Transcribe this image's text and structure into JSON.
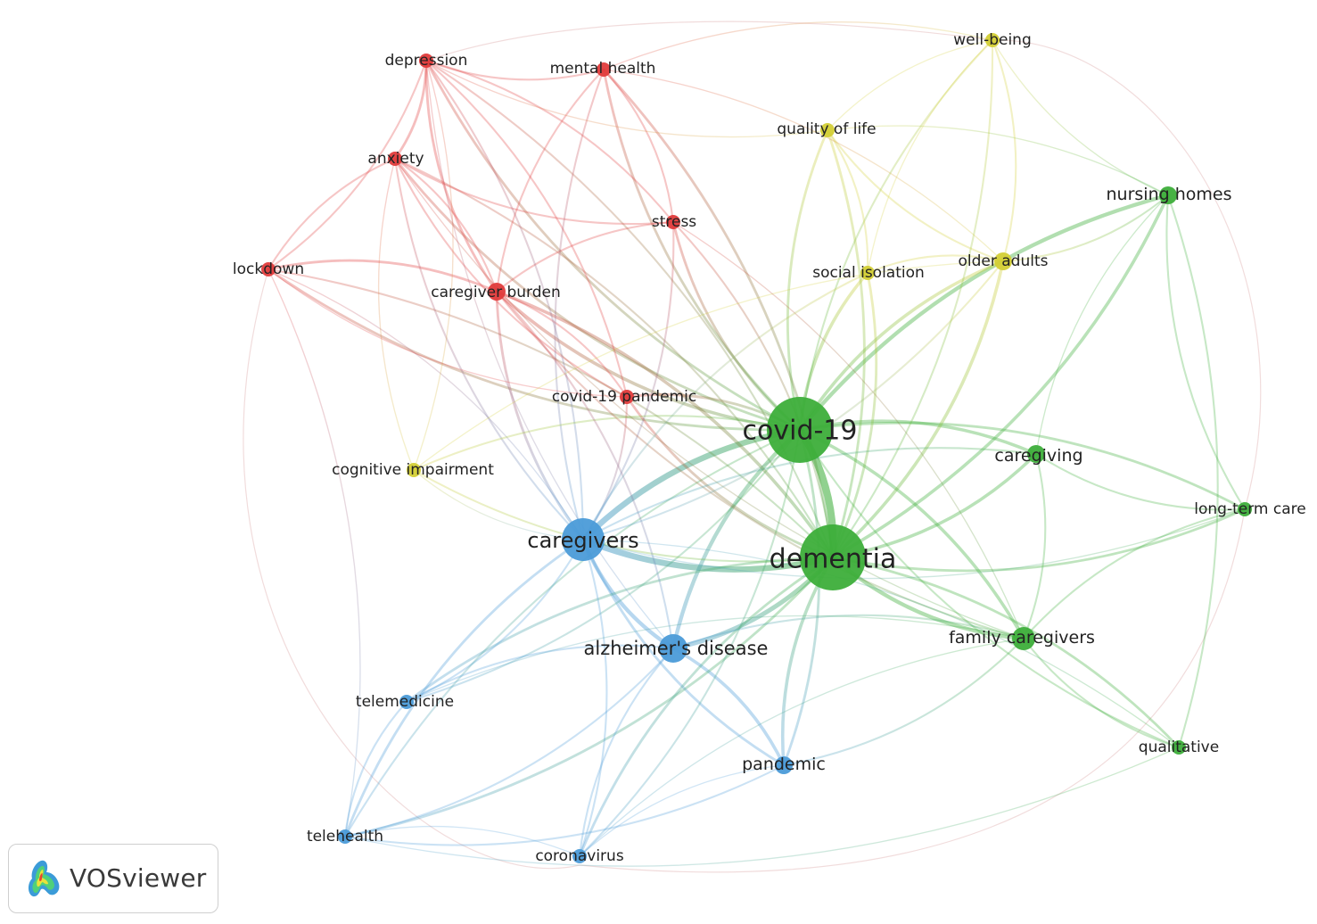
{
  "app": {
    "logo_text": "VOSviewer"
  },
  "clusters": {
    "red": "#e03b3b",
    "green": "#3dae3a",
    "blue": "#4b9bd8",
    "yellow": "#d3cf35"
  },
  "nodes": [
    {
      "id": "covid19",
      "label": "covid-19",
      "cluster": "green",
      "weight": 10
    },
    {
      "id": "dementia",
      "label": "dementia",
      "cluster": "green",
      "weight": 10
    },
    {
      "id": "caregivers",
      "label": "caregivers",
      "cluster": "blue",
      "weight": 7
    },
    {
      "id": "alzheimers",
      "label": "alzheimer's disease",
      "cluster": "blue",
      "weight": 5
    },
    {
      "id": "pandemic",
      "label": "pandemic",
      "cluster": "blue",
      "weight": 3
    },
    {
      "id": "telemedicine",
      "label": "telemedicine",
      "cluster": "blue",
      "weight": 2
    },
    {
      "id": "telehealth",
      "label": "telehealth",
      "cluster": "blue",
      "weight": 2
    },
    {
      "id": "coronavirus",
      "label": "coronavirus",
      "cluster": "blue",
      "weight": 2
    },
    {
      "id": "nursinghomes",
      "label": "nursing homes",
      "cluster": "green",
      "weight": 3
    },
    {
      "id": "caregiving",
      "label": "caregiving",
      "cluster": "green",
      "weight": 3
    },
    {
      "id": "longtermcare",
      "label": "long-term care",
      "cluster": "green",
      "weight": 2
    },
    {
      "id": "familycaregivers",
      "label": "family caregivers",
      "cluster": "green",
      "weight": 4
    },
    {
      "id": "qualitative",
      "label": "qualitative",
      "cluster": "green",
      "weight": 2
    },
    {
      "id": "wellbeing",
      "label": "well-being",
      "cluster": "yellow",
      "weight": 2
    },
    {
      "id": "qualityoflife",
      "label": "quality of life",
      "cluster": "yellow",
      "weight": 2
    },
    {
      "id": "socialisolation",
      "label": "social isolation",
      "cluster": "yellow",
      "weight": 2
    },
    {
      "id": "olderadults",
      "label": "older adults",
      "cluster": "yellow",
      "weight": 3
    },
    {
      "id": "cognitive",
      "label": "cognitive impairment",
      "cluster": "yellow",
      "weight": 2
    },
    {
      "id": "depression",
      "label": "depression",
      "cluster": "red",
      "weight": 2
    },
    {
      "id": "mentalhealth",
      "label": "mental health",
      "cluster": "red",
      "weight": 2
    },
    {
      "id": "anxiety",
      "label": "anxiety",
      "cluster": "red",
      "weight": 2
    },
    {
      "id": "stress",
      "label": "stress",
      "cluster": "red",
      "weight": 2
    },
    {
      "id": "lockdown",
      "label": "lockdown",
      "cluster": "red",
      "weight": 2
    },
    {
      "id": "caregiverburden",
      "label": "caregiver burden",
      "cluster": "red",
      "weight": 3
    },
    {
      "id": "covidpandemic",
      "label": "covid-19 pandemic",
      "cluster": "red",
      "weight": 2
    }
  ],
  "links": [
    [
      "covid19",
      "dementia",
      10
    ],
    [
      "covid19",
      "caregivers",
      8
    ],
    [
      "dementia",
      "caregivers",
      8
    ],
    [
      "covid19",
      "alzheimers",
      5
    ],
    [
      "dementia",
      "alzheimers",
      6
    ],
    [
      "caregivers",
      "alzheimers",
      5
    ],
    [
      "covid19",
      "nursinghomes",
      5
    ],
    [
      "dementia",
      "nursinghomes",
      4
    ],
    [
      "covid19",
      "familycaregivers",
      4
    ],
    [
      "dementia",
      "familycaregivers",
      5
    ],
    [
      "covid19",
      "caregiving",
      4
    ],
    [
      "dementia",
      "caregiving",
      4
    ],
    [
      "covid19",
      "longtermcare",
      3
    ],
    [
      "dementia",
      "longtermcare",
      3
    ],
    [
      "covid19",
      "olderadults",
      4
    ],
    [
      "dementia",
      "olderadults",
      4
    ],
    [
      "covid19",
      "socialisolation",
      4
    ],
    [
      "dementia",
      "socialisolation",
      3
    ],
    [
      "covid19",
      "qualityoflife",
      3
    ],
    [
      "dementia",
      "qualityoflife",
      3
    ],
    [
      "covid19",
      "wellbeing",
      2
    ],
    [
      "dementia",
      "wellbeing",
      2
    ],
    [
      "covid19",
      "pandemic",
      3
    ],
    [
      "dementia",
      "pandemic",
      4
    ],
    [
      "alzheimers",
      "pandemic",
      4
    ],
    [
      "caregivers",
      "pandemic",
      3
    ],
    [
      "covid19",
      "telemedicine",
      2
    ],
    [
      "dementia",
      "telemedicine",
      3
    ],
    [
      "caregivers",
      "telemedicine",
      2
    ],
    [
      "covid19",
      "telehealth",
      2
    ],
    [
      "dementia",
      "telehealth",
      3
    ],
    [
      "caregivers",
      "telehealth",
      3
    ],
    [
      "covid19",
      "coronavirus",
      2
    ],
    [
      "dementia",
      "coronavirus",
      3
    ],
    [
      "caregivers",
      "coronavirus",
      2
    ],
    [
      "covid19",
      "qualitative",
      2
    ],
    [
      "dementia",
      "qualitative",
      3
    ],
    [
      "familycaregivers",
      "qualitative",
      2
    ],
    [
      "covid19",
      "depression",
      3
    ],
    [
      "dementia",
      "depression",
      2
    ],
    [
      "covid19",
      "mentalhealth",
      3
    ],
    [
      "dementia",
      "mentalhealth",
      3
    ],
    [
      "covid19",
      "anxiety",
      3
    ],
    [
      "dementia",
      "anxiety",
      2
    ],
    [
      "covid19",
      "stress",
      3
    ],
    [
      "dementia",
      "stress",
      2
    ],
    [
      "covid19",
      "lockdown",
      3
    ],
    [
      "dementia",
      "lockdown",
      2
    ],
    [
      "covid19",
      "caregiverburden",
      4
    ],
    [
      "dementia",
      "caregiverburden",
      4
    ],
    [
      "caregivers",
      "caregiverburden",
      3
    ],
    [
      "covid19",
      "covidpandemic",
      3
    ],
    [
      "dementia",
      "covidpandemic",
      3
    ],
    [
      "caregivers",
      "covidpandemic",
      2
    ],
    [
      "depression",
      "anxiety",
      3
    ],
    [
      "depression",
      "mentalhealth",
      2
    ],
    [
      "depression",
      "lockdown",
      2
    ],
    [
      "depression",
      "caregiverburden",
      3
    ],
    [
      "depression",
      "stress",
      2
    ],
    [
      "anxiety",
      "lockdown",
      2
    ],
    [
      "anxiety",
      "caregiverburden",
      2
    ],
    [
      "anxiety",
      "stress",
      2
    ],
    [
      "mentalhealth",
      "stress",
      2
    ],
    [
      "mentalhealth",
      "caregiverburden",
      2
    ],
    [
      "lockdown",
      "caregiverburden",
      3
    ],
    [
      "stress",
      "caregiverburden",
      2
    ],
    [
      "depression",
      "covidpandemic",
      2
    ],
    [
      "anxiety",
      "covidpandemic",
      2
    ],
    [
      "caregiverburden",
      "covidpandemic",
      2
    ],
    [
      "caregivers",
      "depression",
      2
    ],
    [
      "caregivers",
      "anxiety",
      2
    ],
    [
      "caregivers",
      "stress",
      2
    ],
    [
      "caregivers",
      "mentalhealth",
      2
    ],
    [
      "caregivers",
      "lockdown",
      1
    ],
    [
      "nursinghomes",
      "olderadults",
      2
    ],
    [
      "nursinghomes",
      "longtermcare",
      2
    ],
    [
      "nursinghomes",
      "qualitative",
      2
    ],
    [
      "nursinghomes",
      "caregiving",
      1
    ],
    [
      "nursinghomes",
      "wellbeing",
      1
    ],
    [
      "nursinghomes",
      "qualityoflife",
      1
    ],
    [
      "caregiving",
      "familycaregivers",
      2
    ],
    [
      "caregiving",
      "longtermcare",
      2
    ],
    [
      "familycaregivers",
      "longtermcare",
      2
    ],
    [
      "olderadults",
      "socialisolation",
      2
    ],
    [
      "olderadults",
      "qualityoflife",
      2
    ],
    [
      "olderadults",
      "wellbeing",
      2
    ],
    [
      "qualityoflife",
      "wellbeing",
      1
    ],
    [
      "socialisolation",
      "qualityoflife",
      2
    ],
    [
      "socialisolation",
      "wellbeing",
      1
    ],
    [
      "cognitive",
      "dementia",
      2
    ],
    [
      "cognitive",
      "covid19",
      2
    ],
    [
      "cognitive",
      "caregivers",
      1
    ],
    [
      "cognitive",
      "anxiety",
      1
    ],
    [
      "cognitive",
      "depression",
      1
    ],
    [
      "cognitive",
      "olderadults",
      1
    ],
    [
      "telemedicine",
      "telehealth",
      2
    ],
    [
      "telemedicine",
      "alzheimers",
      2
    ],
    [
      "telehealth",
      "alzheimers",
      2
    ],
    [
      "coronavirus",
      "alzheimers",
      2
    ],
    [
      "coronavirus",
      "telehealth",
      1
    ],
    [
      "pandemic",
      "telehealth",
      2
    ],
    [
      "pandemic",
      "familycaregivers",
      2
    ],
    [
      "alzheimers",
      "familycaregivers",
      2
    ],
    [
      "pandemic",
      "coronavirus",
      1
    ],
    [
      "lockdown",
      "telehealth",
      1
    ],
    [
      "depression",
      "qualityoflife",
      1
    ],
    [
      "mentalhealth",
      "wellbeing",
      1
    ],
    [
      "anxiety",
      "familycaregivers",
      1
    ],
    [
      "stress",
      "familycaregivers",
      1
    ],
    [
      "caregiverburden",
      "familycaregivers",
      2
    ],
    [
      "caregiverburden",
      "alzheimers",
      2
    ],
    [
      "socialisolation",
      "caregivers",
      2
    ],
    [
      "olderadults",
      "caregivers",
      2
    ],
    [
      "qualitative",
      "caregivers",
      1
    ],
    [
      "longtermcare",
      "caregivers",
      1
    ],
    [
      "caregiving",
      "caregivers",
      2
    ],
    [
      "telemedicine",
      "familycaregivers",
      1
    ],
    [
      "telehealth",
      "qualitative",
      1
    ],
    [
      "coronavirus",
      "familycaregivers",
      1
    ],
    [
      "depression",
      "alzheimers",
      1
    ],
    [
      "mentalhealth",
      "olderadults",
      1
    ],
    [
      "lockdown",
      "covidpandemic",
      1
    ]
  ]
}
